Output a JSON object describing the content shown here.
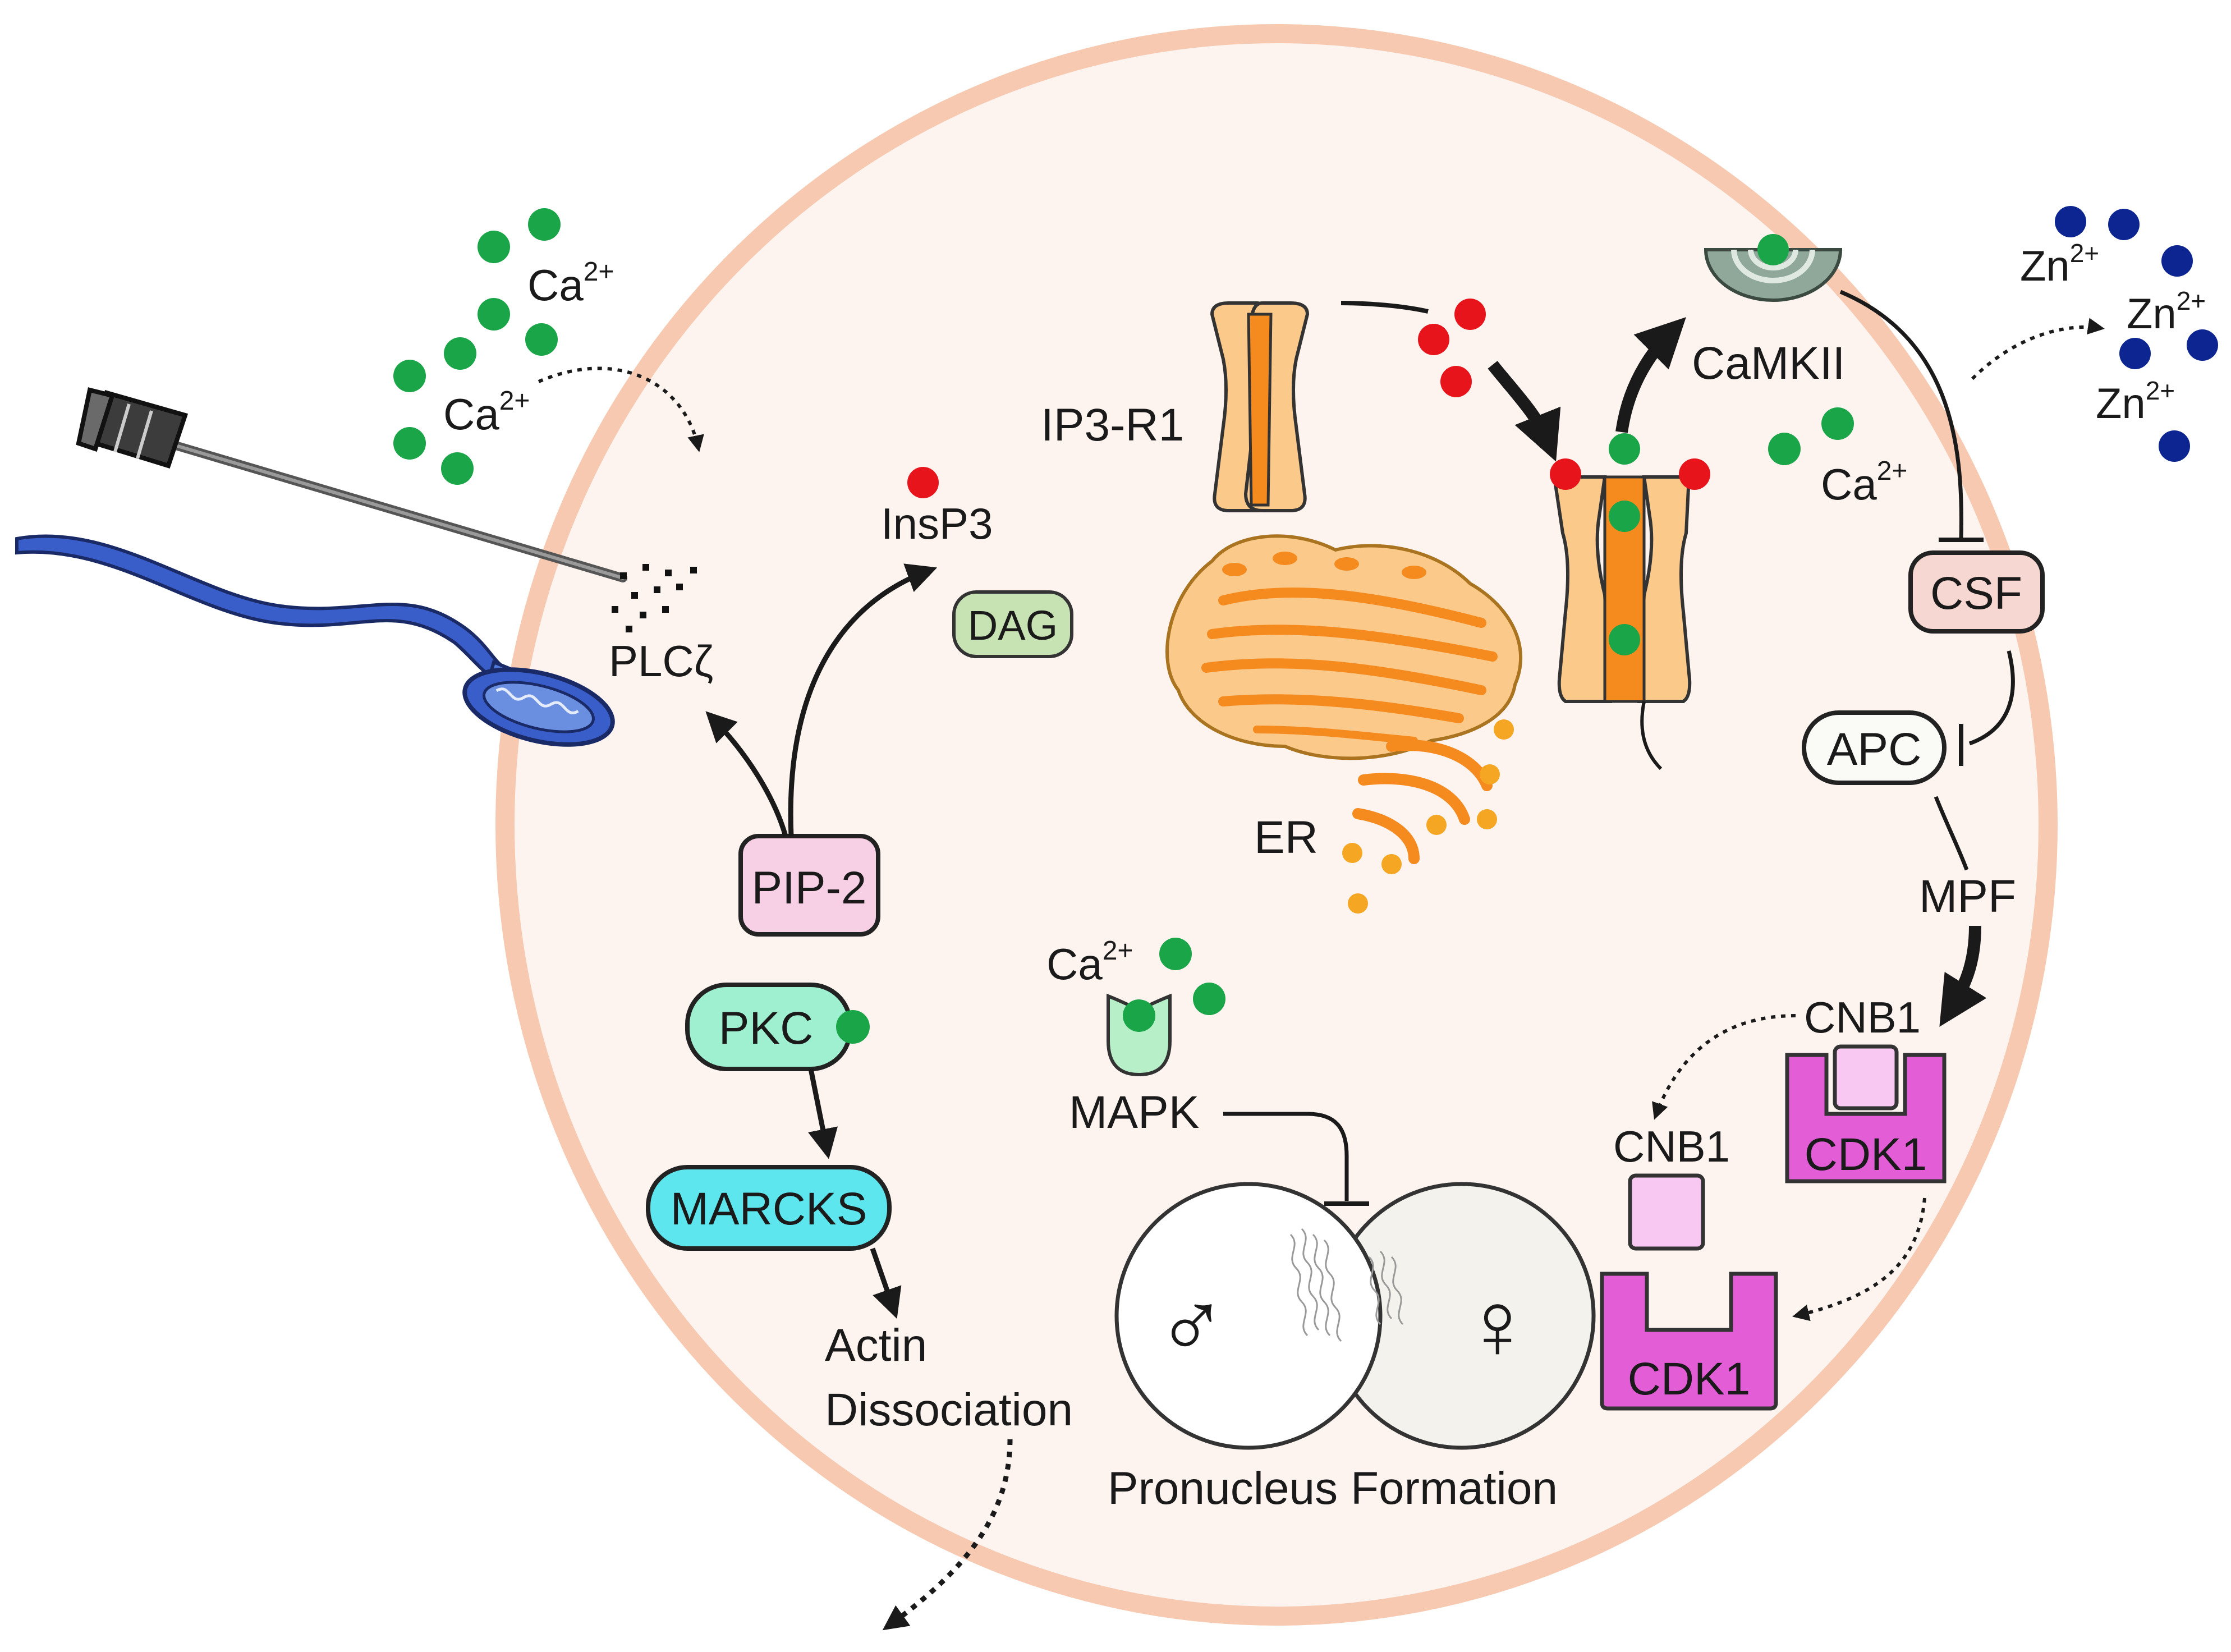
{
  "labels": {
    "ca_1": "Ca",
    "ca_2": "Ca",
    "ca_3": "Ca",
    "ca_4": "Ca",
    "ca_sup": "2+",
    "zn_1": "Zn",
    "zn_2": "Zn",
    "zn_3": "Zn",
    "zn_sup": "2+",
    "plc": "PLCζ",
    "insp3": "InsP3",
    "dag": "DAG",
    "ip3r1": "IP3-R1",
    "er": "ER",
    "camkii": "CaMKII",
    "csf": "CSF",
    "apc": "APC",
    "mpf": "MPF",
    "cnb1_a": "CNB1",
    "cnb1_b": "CNB1",
    "cdk1_a": "CDK1",
    "cdk1_b": "CDK1",
    "pip2": "PIP-2",
    "pkc": "PKC",
    "marcks": "MARCKS",
    "actin_1": "Actin",
    "actin_2": "Dissociation",
    "mapk": "MAPK",
    "male_symbol": "♂",
    "female_symbol": "♀",
    "pronucleus": "Pronucleus Formation"
  },
  "colors": {
    "calcium": "#1aa548",
    "zinc": "#0d2590",
    "insp3": "#e8141b",
    "cell_fill": "#fdf3ef",
    "cell_border": "#f7c9b0",
    "er": "#f5a623",
    "pip2": "#f8d0e6",
    "pkc": "#9ff0d0",
    "marcks": "#5ee6ee",
    "dag": "#c7e3b4",
    "csf": "#f7d7d2",
    "cdk1": "#e35ed6",
    "cnb1": "#f8c8f2",
    "camkii": "#8fa89a",
    "mapk": "#b7f0c8",
    "sperm": "#3a5ec9"
  }
}
